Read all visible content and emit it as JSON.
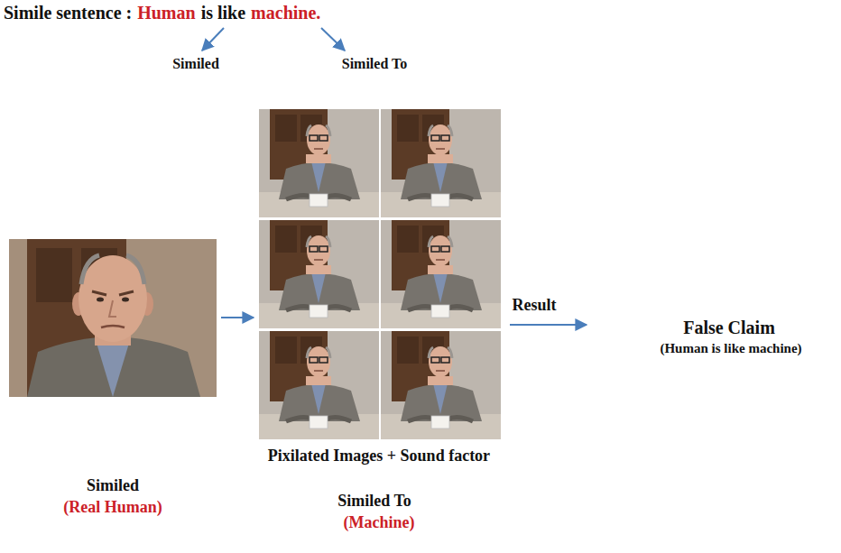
{
  "diagram": {
    "labels": [
      "Simile sentence :",
      "Human",
      "is like",
      "machine.",
      "Similed",
      "Similed To",
      "Result",
      "False Claim",
      "(Human is like machine)",
      "Pixilated Images + Sound factor",
      "Similed",
      "(Real Human)",
      "Similed To",
      "(Machine)"
    ]
  }
}
